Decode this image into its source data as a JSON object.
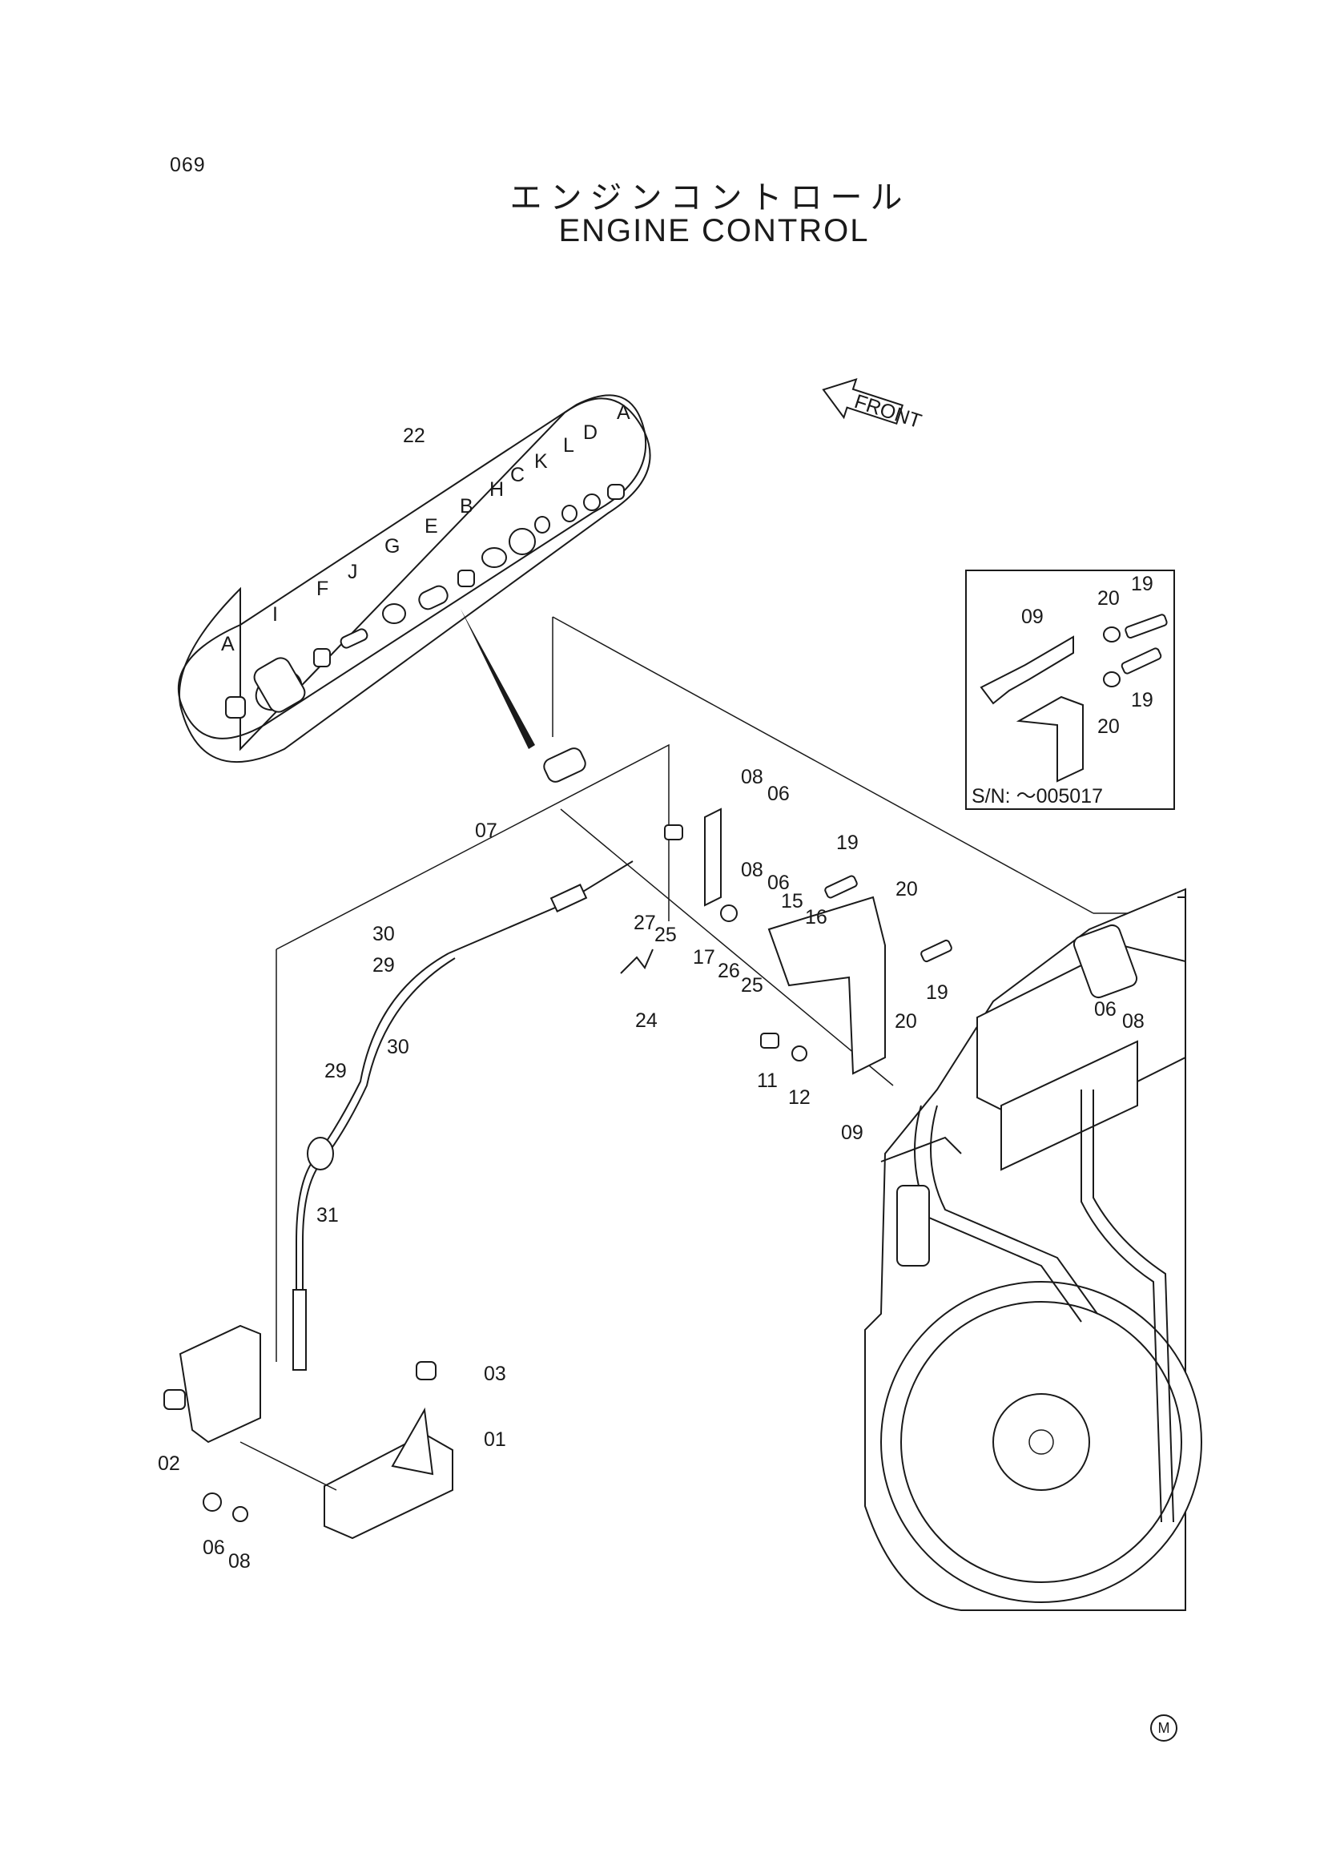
{
  "page": {
    "number": "069",
    "title_jp": "エンジンコントロール",
    "title_en": "ENGINE CONTROL",
    "maker_mark": "M"
  },
  "front_indicator": "FRONT",
  "inset": {
    "serial_note": "S/N:  ～005017",
    "labels": [
      "09",
      "20",
      "19",
      "19",
      "20"
    ]
  },
  "detail_bubble": {
    "assembly_label": "22",
    "letters": [
      "A",
      "I",
      "F",
      "J",
      "G",
      "E",
      "B",
      "H",
      "C",
      "K",
      "L",
      "D",
      "A"
    ]
  },
  "callouts": [
    "07",
    "30",
    "29",
    "30",
    "29",
    "31",
    "03",
    "01",
    "02",
    "06",
    "08",
    "08",
    "06",
    "08",
    "06",
    "15",
    "16",
    "19",
    "20",
    "19",
    "20",
    "27",
    "25",
    "17",
    "26",
    "25",
    "24",
    "11",
    "12",
    "09",
    "06",
    "08"
  ]
}
